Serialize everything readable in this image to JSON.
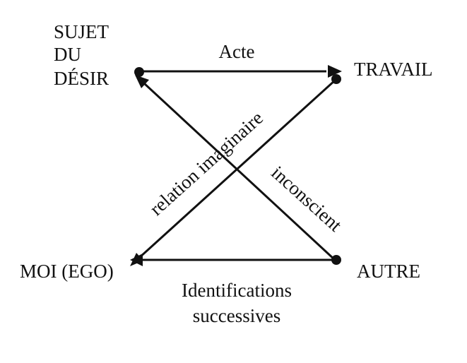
{
  "nodes": {
    "sujet_line1": "SUJET",
    "sujet_line2": "DU",
    "sujet_line3": "DÉSIR",
    "travail": "TRAVAIL",
    "moi": "MOI (EGO)",
    "autre": "AUTRE"
  },
  "edges": {
    "acte": "Acte",
    "relation_imaginaire": "relation imaginaire",
    "inconscient": "inconscient",
    "identifications_line1": "Identifications",
    "identifications_line2": "successives"
  },
  "colors": {
    "ink": "#111111",
    "background": "#ffffff"
  }
}
